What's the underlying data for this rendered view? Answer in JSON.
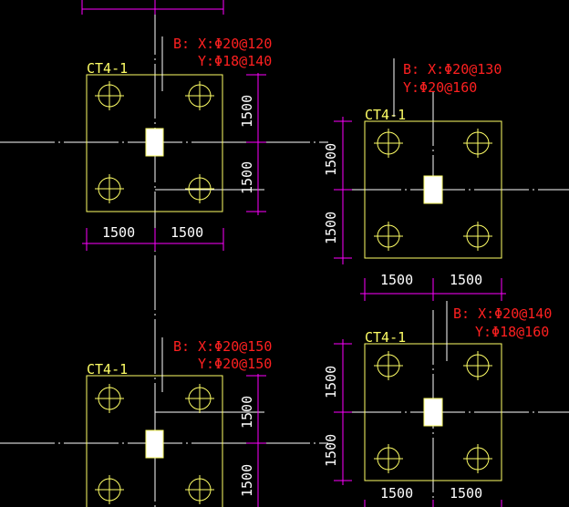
{
  "colors": {
    "background": "#000000",
    "pile_cap": "#ffff66",
    "dimension": "#ff00ff",
    "rebar_note": "#ff2020",
    "axis": "#ffffff",
    "column": "#ffffff"
  },
  "caps": [
    {
      "label": "CT4-1",
      "rebar": {
        "x": "B: X:Φ20@120",
        "y": "Y:Φ18@140"
      },
      "dims": {
        "bottom": [
          "1500",
          "1500"
        ],
        "side": [
          "1500",
          "1500"
        ]
      }
    },
    {
      "label": "CT4-1",
      "rebar": {
        "x": "B: X:Φ20@130",
        "y": "Y:Φ20@160"
      },
      "dims": {
        "bottom": [
          "1500",
          "1500"
        ],
        "side": [
          "1500",
          "1500"
        ]
      }
    },
    {
      "label": "CT4-1",
      "rebar": {
        "x": "B: X:Φ20@150",
        "y": "Y:Φ20@150"
      },
      "dims": {
        "bottom": [],
        "side": [
          "1500",
          "1500"
        ]
      }
    },
    {
      "label": "CT4-1",
      "rebar": {
        "x": "B: X:Φ20@140",
        "y": "Y:Φ18@160"
      },
      "dims": {
        "bottom": [
          "1500",
          "1500"
        ],
        "side": [
          "1500",
          "1500"
        ]
      }
    }
  ]
}
